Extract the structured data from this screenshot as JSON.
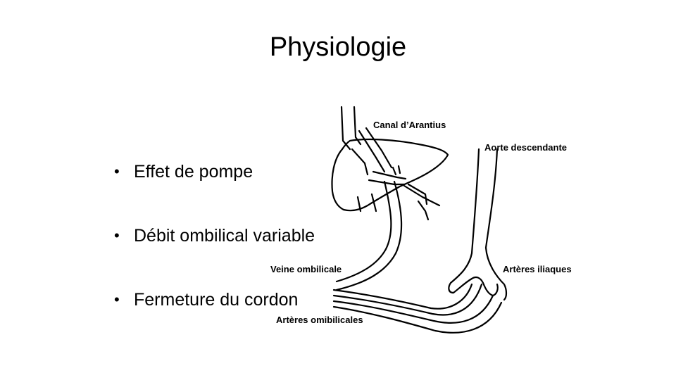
{
  "slide": {
    "title": "Physiologie",
    "bullets": [
      "Effet de pompe",
      "Débit ombilical variable",
      "Fermeture du cordon"
    ]
  },
  "diagram": {
    "labels": {
      "canal_arantius": "Canal d’Arantius",
      "aorte_descendante": "Aorte descendante",
      "veine_ombilicale": "Veine ombilicale",
      "arteres_iliaques": "Artères iliaques",
      "arteres_ombilicales": "Artères omibilicales"
    }
  }
}
